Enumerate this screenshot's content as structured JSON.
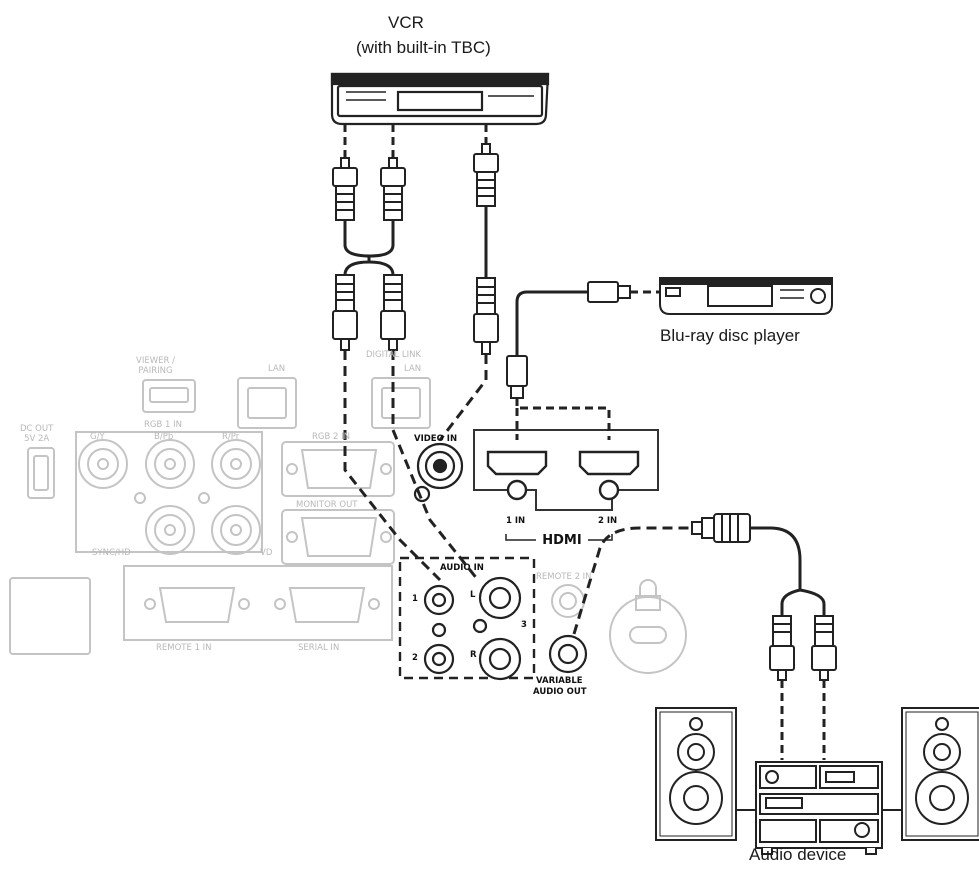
{
  "devices": {
    "vcr_title": "VCR",
    "vcr_subtitle": "(with built-in TBC)",
    "bluray": "Blu-ray disc player",
    "audio": "Audio device"
  },
  "panel": {
    "viewer": "VIEWER /\nPAIRING",
    "lan": "LAN",
    "digital_link": "DIGITAL LINK",
    "dl_lan": "LAN",
    "dc_out": "DC OUT\n5V 2A",
    "rgb1": "RGB 1 IN",
    "gy": "G/Y",
    "bpb": "B/Pb",
    "rpr": "R/Pr",
    "sync": "SYNC/HD",
    "vd": "VD",
    "rgb2": "RGB 2 IN",
    "monitor_out": "MONITOR OUT",
    "remote1": "REMOTE 1 IN",
    "serial": "SERIAL IN",
    "remote2": "REMOTE 2 IN",
    "video_in": "VIDEO IN",
    "audio_in": "AUDIO IN",
    "a_l": "L",
    "a_r": "R",
    "a_1": "1",
    "a_2": "2",
    "a_3": "3",
    "var_audio_1": "VARIABLE",
    "var_audio_2": "AUDIO OUT",
    "hdmi1": "1 IN",
    "hdmi2": "2 IN",
    "hdmi_logo": "HDMI"
  }
}
